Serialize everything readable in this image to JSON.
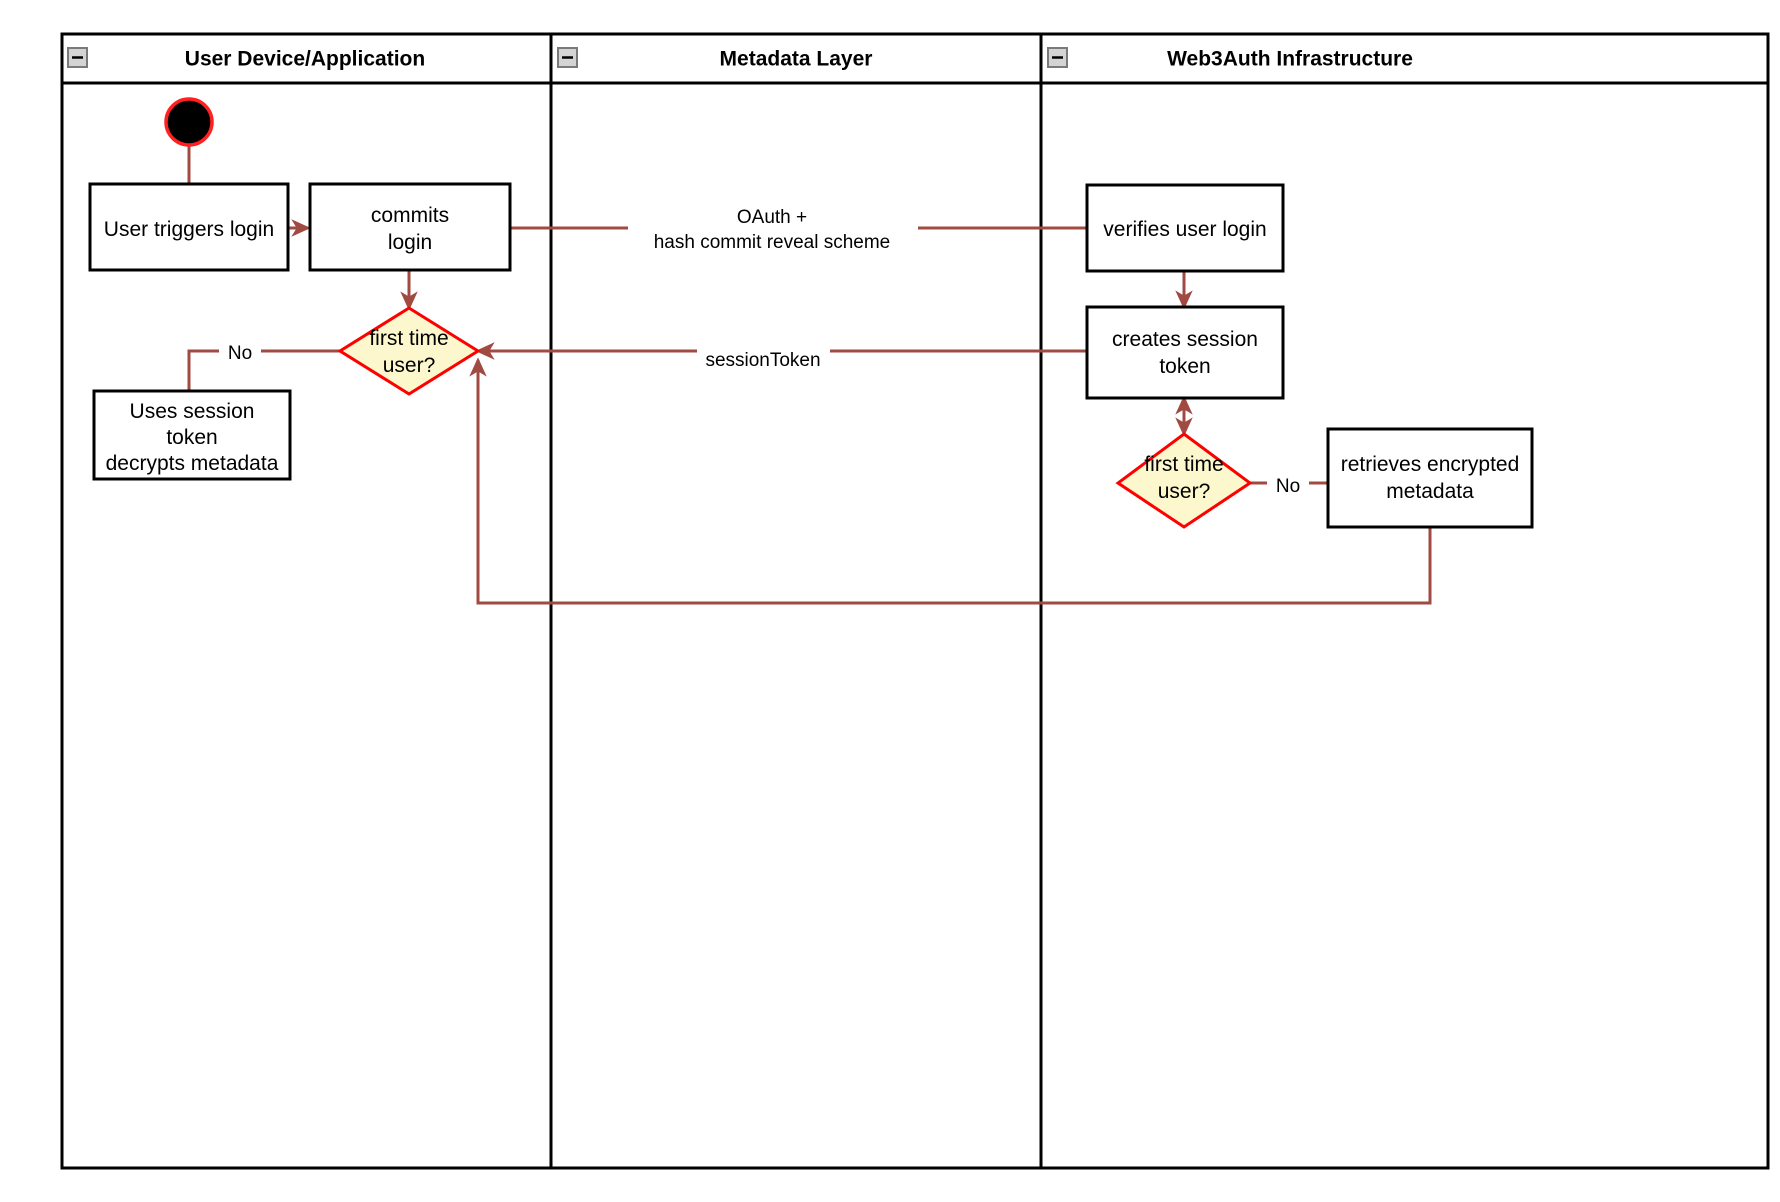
{
  "diagram": {
    "title": "Web3Auth login activity diagram",
    "type": "swimlane-activity-diagram",
    "colors": {
      "flow_arrow": "#a14a42",
      "decision_fill": "#fdf7cd",
      "decision_stroke": "#ff0000",
      "node_stroke": "#000000",
      "node_fill": "#ffffff",
      "start_node_fill": "#000000",
      "start_node_ring": "#ff2020",
      "lane_border": "#000000",
      "collapse_icon_fill": "#d4d4d4"
    },
    "lanes": [
      {
        "id": "lane-user-device",
        "label": "User Device/Application",
        "collapse_icon": "collapse-minus-icon"
      },
      {
        "id": "lane-metadata",
        "label": "Metadata Layer",
        "collapse_icon": "collapse-minus-icon"
      },
      {
        "id": "lane-web3auth",
        "label": "Web3Auth Infrastructure",
        "collapse_icon": "collapse-minus-icon"
      }
    ],
    "nodes": {
      "start": {
        "name": "start-node",
        "shape": "filled-circle",
        "label": ""
      },
      "user_triggers_login": {
        "name": "node-user-triggers-login",
        "shape": "rectangle",
        "lines": [
          "User triggers login"
        ]
      },
      "commits_login": {
        "name": "node-commits-login",
        "shape": "rectangle",
        "lines": [
          "commits",
          "login"
        ]
      },
      "first_time_user_left": {
        "name": "decision-first-time-user-left",
        "shape": "diamond",
        "lines": [
          "first time",
          "user?"
        ]
      },
      "uses_session_token": {
        "name": "node-uses-session-token",
        "shape": "rectangle",
        "lines": [
          "Uses session",
          "token",
          "decrypts metadata"
        ]
      },
      "verifies_user_login": {
        "name": "node-verifies-user-login",
        "shape": "rectangle",
        "lines": [
          "verifies user login"
        ]
      },
      "creates_session_token": {
        "name": "node-creates-session-token",
        "shape": "rectangle",
        "lines": [
          "creates session",
          "token"
        ]
      },
      "first_time_user_right": {
        "name": "decision-first-time-user-right",
        "shape": "diamond",
        "lines": [
          "first time",
          "user?"
        ]
      },
      "retrieves_encrypted_metadata": {
        "name": "node-retrieves-encrypted-metadata",
        "shape": "rectangle",
        "lines": [
          "retrieves encrypted",
          "metadata"
        ]
      }
    },
    "edge_labels": {
      "oauth_line1": "OAuth +",
      "oauth_line2": "hash commit reveal scheme",
      "session_token": "sessionToken",
      "no_left": "No",
      "no_right": "No"
    }
  }
}
